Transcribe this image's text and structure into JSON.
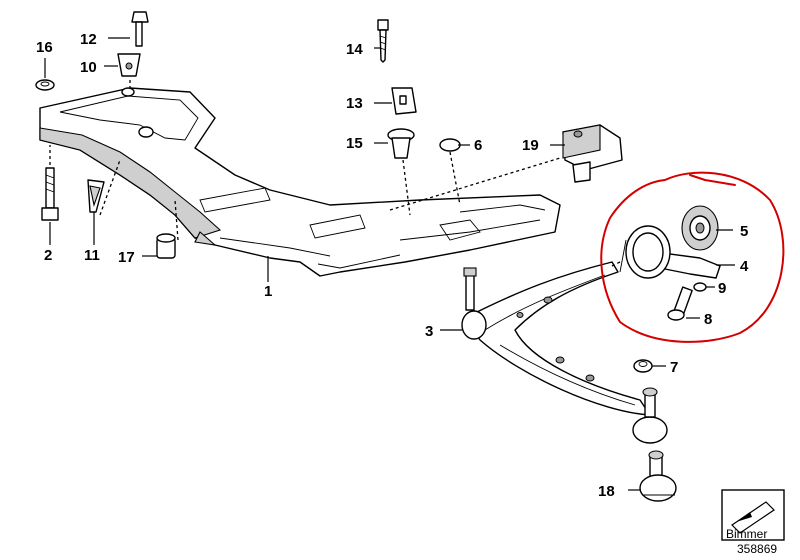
{
  "diagram": {
    "drawing_number": "358869",
    "logo_text": "Bimmer",
    "highlight_color": "#d40000",
    "callouts": [
      {
        "id": "c1",
        "label": "1"
      },
      {
        "id": "c2",
        "label": "2"
      },
      {
        "id": "c3",
        "label": "3"
      },
      {
        "id": "c4",
        "label": "4"
      },
      {
        "id": "c5",
        "label": "5"
      },
      {
        "id": "c6",
        "label": "6"
      },
      {
        "id": "c7",
        "label": "7"
      },
      {
        "id": "c8",
        "label": "8"
      },
      {
        "id": "c9",
        "label": "9"
      },
      {
        "id": "c10",
        "label": "10"
      },
      {
        "id": "c11",
        "label": "11"
      },
      {
        "id": "c12",
        "label": "12"
      },
      {
        "id": "c13",
        "label": "13"
      },
      {
        "id": "c14",
        "label": "14"
      },
      {
        "id": "c15",
        "label": "15"
      },
      {
        "id": "c16",
        "label": "16"
      },
      {
        "id": "c17",
        "label": "17"
      },
      {
        "id": "c18",
        "label": "18"
      },
      {
        "id": "c19",
        "label": "19"
      }
    ]
  }
}
